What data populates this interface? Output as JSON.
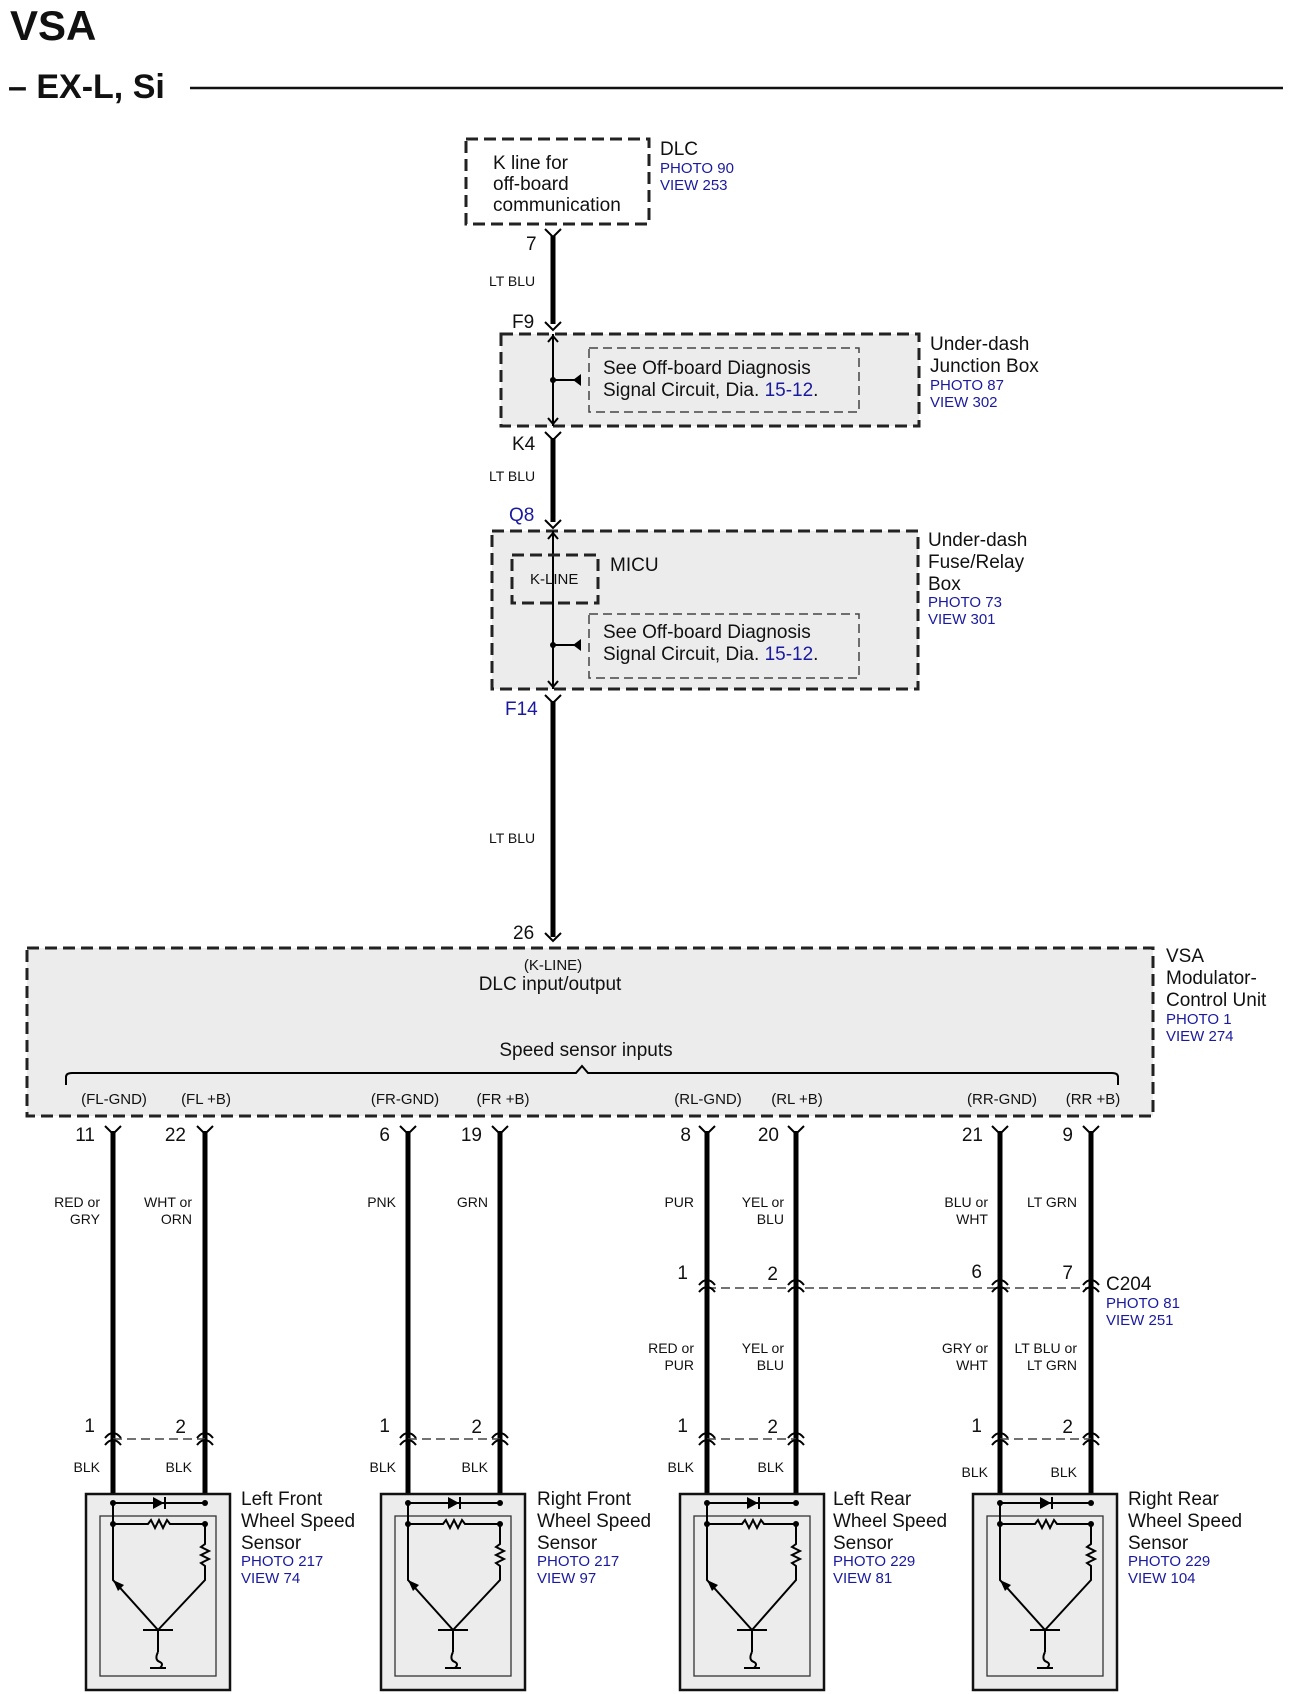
{
  "header": {
    "title": "VSA",
    "subtitle": "– EX-L, Si"
  },
  "dlc": {
    "name": "DLC",
    "photo": "PHOTO 90",
    "view": "VIEW 253",
    "box_lines": [
      "K line for",
      "off-board",
      "communication"
    ],
    "pin": "7"
  },
  "wire_dlc_jb": "LT BLU",
  "junction_box": {
    "name_lines": [
      "Under-dash",
      "Junction Box"
    ],
    "photo": "PHOTO 87",
    "view": "VIEW 302",
    "pin_top": "F9",
    "pin_bottom": "K4",
    "note_line1": "See Off-board Diagnosis",
    "note_line2_prefix": "Signal Circuit, Dia.",
    "note_ref": "15-12",
    "note_end": "."
  },
  "wire_jb_fuse": "LT BLU",
  "fuse_box": {
    "name_lines": [
      "Under-dash",
      "Fuse/Relay",
      "Box"
    ],
    "photo": "PHOTO 73",
    "view": "VIEW 301",
    "pin_top": "Q8",
    "pin_bottom": "F14",
    "inner_box": "K-LINE",
    "inner_name": "MICU",
    "note_line1": "See Off-board Diagnosis",
    "note_line2_prefix": "Signal Circuit, Dia.",
    "note_ref": "15-12",
    "note_end": "."
  },
  "wire_fuse_vsa": "LT BLU",
  "vsa_unit": {
    "name_lines": [
      "VSA",
      "Modulator-",
      "Control Unit"
    ],
    "photo": "PHOTO 1",
    "view": "VIEW 274",
    "pin_kline": "26",
    "kline_small": "(K-LINE)",
    "kline_label": "DLC input/output",
    "speed_label": "Speed sensor inputs"
  },
  "c204": {
    "name": "C204",
    "photo": "PHOTO 81",
    "view": "VIEW 251"
  },
  "channels": [
    {
      "gnd_label": "(FL-GND)",
      "b_label": "(FL +B)",
      "gnd_pin": "11",
      "b_pin": "22",
      "gnd_wire": [
        "RED or",
        "GRY"
      ],
      "b_wire": [
        "WHT or",
        "ORN"
      ],
      "c204_gnd_pin": "",
      "c204_b_pin": "",
      "gnd_wire2": [],
      "b_wire2": [],
      "sensor_gnd_pin": "1",
      "sensor_b_pin": "2",
      "sensor_gnd_wire": "BLK",
      "sensor_b_wire": "BLK",
      "sensor_name": [
        "Left Front",
        "Wheel Speed",
        "Sensor"
      ],
      "photo": "PHOTO 217",
      "view": "VIEW 74"
    },
    {
      "gnd_label": "(FR-GND)",
      "b_label": "(FR +B)",
      "gnd_pin": "6",
      "b_pin": "19",
      "gnd_wire": [
        "PNK"
      ],
      "b_wire": [
        "GRN"
      ],
      "c204_gnd_pin": "",
      "c204_b_pin": "",
      "gnd_wire2": [],
      "b_wire2": [],
      "sensor_gnd_pin": "1",
      "sensor_b_pin": "2",
      "sensor_gnd_wire": "BLK",
      "sensor_b_wire": "BLK",
      "sensor_name": [
        "Right Front",
        "Wheel Speed",
        "Sensor"
      ],
      "photo": "PHOTO 217",
      "view": "VIEW 97"
    },
    {
      "gnd_label": "(RL-GND)",
      "b_label": "(RL +B)",
      "gnd_pin": "8",
      "b_pin": "20",
      "gnd_wire": [
        "PUR"
      ],
      "b_wire": [
        "YEL or",
        "BLU"
      ],
      "c204_gnd_pin": "1",
      "c204_b_pin": "2",
      "gnd_wire2": [
        "RED or",
        "PUR"
      ],
      "b_wire2": [
        "YEL or",
        "BLU"
      ],
      "sensor_gnd_pin": "1",
      "sensor_b_pin": "2",
      "sensor_gnd_wire": "BLK",
      "sensor_b_wire": "BLK",
      "sensor_name": [
        "Left Rear",
        "Wheel Speed",
        "Sensor"
      ],
      "photo": "PHOTO 229",
      "view": "VIEW 81"
    },
    {
      "gnd_label": "(RR-GND)",
      "b_label": "(RR +B)",
      "gnd_pin": "21",
      "b_pin": "9",
      "gnd_wire": [
        "BLU or",
        "WHT"
      ],
      "b_wire": [
        "LT GRN"
      ],
      "c204_gnd_pin": "6",
      "c204_b_pin": "7",
      "gnd_wire2": [
        "GRY or",
        "WHT"
      ],
      "b_wire2": [
        "LT BLU or",
        "LT GRN"
      ],
      "sensor_gnd_pin": "1",
      "sensor_b_pin": "2",
      "sensor_gnd_wire": "BLK",
      "sensor_b_wire": "BLK",
      "sensor_name": [
        "Right Rear",
        "Wheel Speed",
        "Sensor"
      ],
      "photo": "PHOTO 229",
      "view": "VIEW 104"
    }
  ]
}
